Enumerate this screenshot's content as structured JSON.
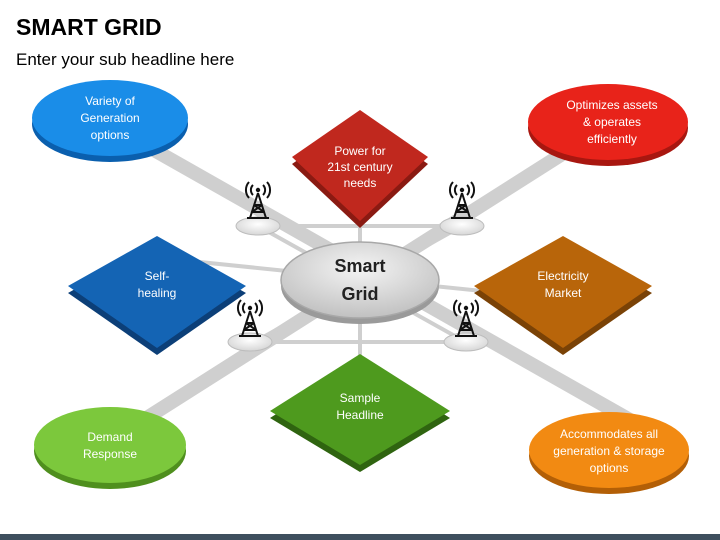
{
  "header": {
    "title": "SMART GRID",
    "subtitle": "Enter your sub headline here"
  },
  "center": {
    "lines": [
      "Smart",
      "Grid"
    ]
  },
  "diamonds": {
    "top": {
      "lines": [
        "Power for",
        "21st century",
        "needs"
      ],
      "color": "#c0281e"
    },
    "left": {
      "lines": [
        "Self-",
        "healing"
      ],
      "color": "#1464b4"
    },
    "right": {
      "lines": [
        "Electricity",
        "Market"
      ],
      "color": "#b8650a"
    },
    "bottom": {
      "lines": [
        "Sample",
        "Headline"
      ],
      "color": "#4e9a1e"
    }
  },
  "ellipses": {
    "top_left": {
      "lines": [
        "Variety of",
        "Generation",
        "options"
      ],
      "color": "#1a8de8"
    },
    "top_right": {
      "lines": [
        "Optimizes assets",
        "& operates",
        "efficiently"
      ],
      "color": "#e8231a"
    },
    "bottom_left": {
      "lines": [
        "Demand",
        "Response"
      ],
      "color": "#7cc83c"
    },
    "bottom_right": {
      "lines": [
        "Accommodates all",
        "generation & storage",
        "options"
      ],
      "color": "#f28a12"
    }
  },
  "icons": [
    "tower-icon",
    "tower-icon",
    "tower-icon",
    "tower-icon"
  ]
}
